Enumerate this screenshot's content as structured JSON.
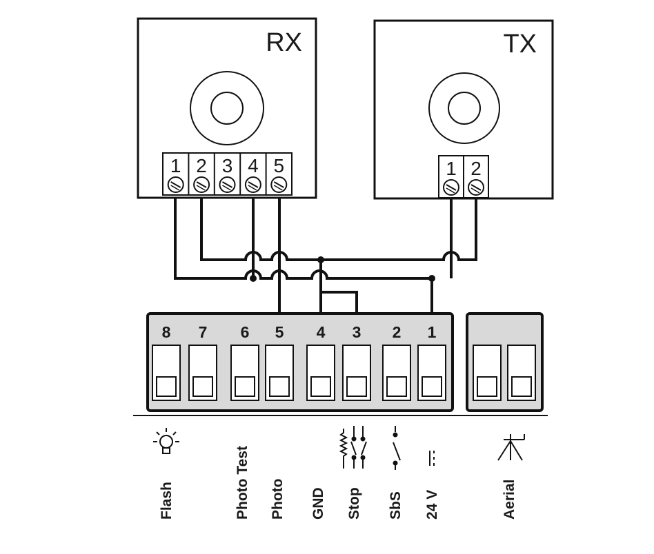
{
  "rx": {
    "label": "RX",
    "terminals": [
      "1",
      "2",
      "3",
      "4",
      "5"
    ]
  },
  "tx": {
    "label": "TX",
    "terminals": [
      "1",
      "2"
    ]
  },
  "board": {
    "terminals": [
      "8",
      "7",
      "6",
      "5",
      "4",
      "3",
      "2",
      "1"
    ]
  },
  "functions": [
    {
      "label": "Flash",
      "icon": "lamp-icon"
    },
    {
      "label": "Photo Test",
      "icon": ""
    },
    {
      "label": "Photo",
      "icon": ""
    },
    {
      "label": "GND",
      "icon": ""
    },
    {
      "label": "Stop",
      "icon": "stop-switch-icon"
    },
    {
      "label": "SbS",
      "icon": "switch-icon"
    },
    {
      "label": "24 V",
      "icon": "dc-icon"
    },
    {
      "label": "Aerial",
      "icon": "antenna-icon"
    }
  ],
  "colors": {
    "line": "#111111",
    "board_fill": "#d9d9d9",
    "plate_fill": "#ffffff"
  }
}
